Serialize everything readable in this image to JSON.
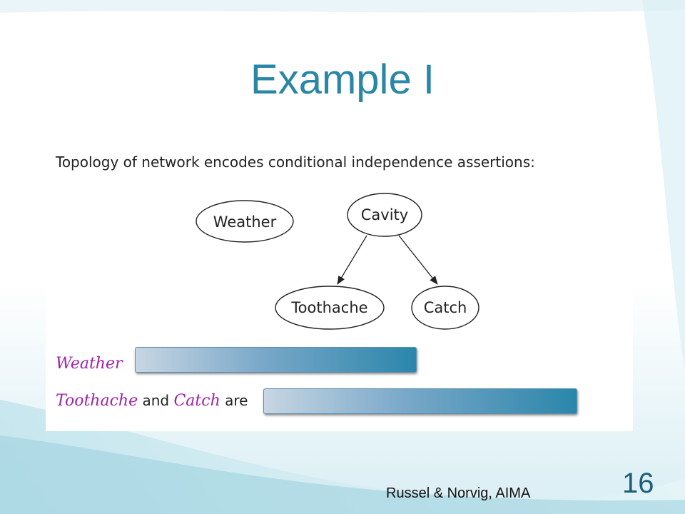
{
  "slide": {
    "title": "Example I",
    "panel_heading": "Topology of network encodes conditional independence assertions:",
    "footer_credit": "Russel & Norvig, AIMA",
    "page_number": "16"
  },
  "diagram": {
    "nodes": [
      {
        "id": "weather",
        "label": "Weather"
      },
      {
        "id": "cavity",
        "label": "Cavity"
      },
      {
        "id": "toothache",
        "label": "Toothache"
      },
      {
        "id": "catch",
        "label": "Catch"
      }
    ],
    "edges": [
      {
        "from": "cavity",
        "to": "toothache"
      },
      {
        "from": "cavity",
        "to": "catch"
      }
    ]
  },
  "statements": {
    "line1": {
      "variable": "Weather"
    },
    "line2": {
      "variable_a": "Toothache",
      "connector": "and",
      "variable_b": "Catch",
      "verb": "are"
    }
  },
  "colors": {
    "title": "#2a86a6",
    "variable": "#a020a8",
    "redaction_start": "#c7d6e3",
    "redaction_end": "#2a86ab"
  }
}
